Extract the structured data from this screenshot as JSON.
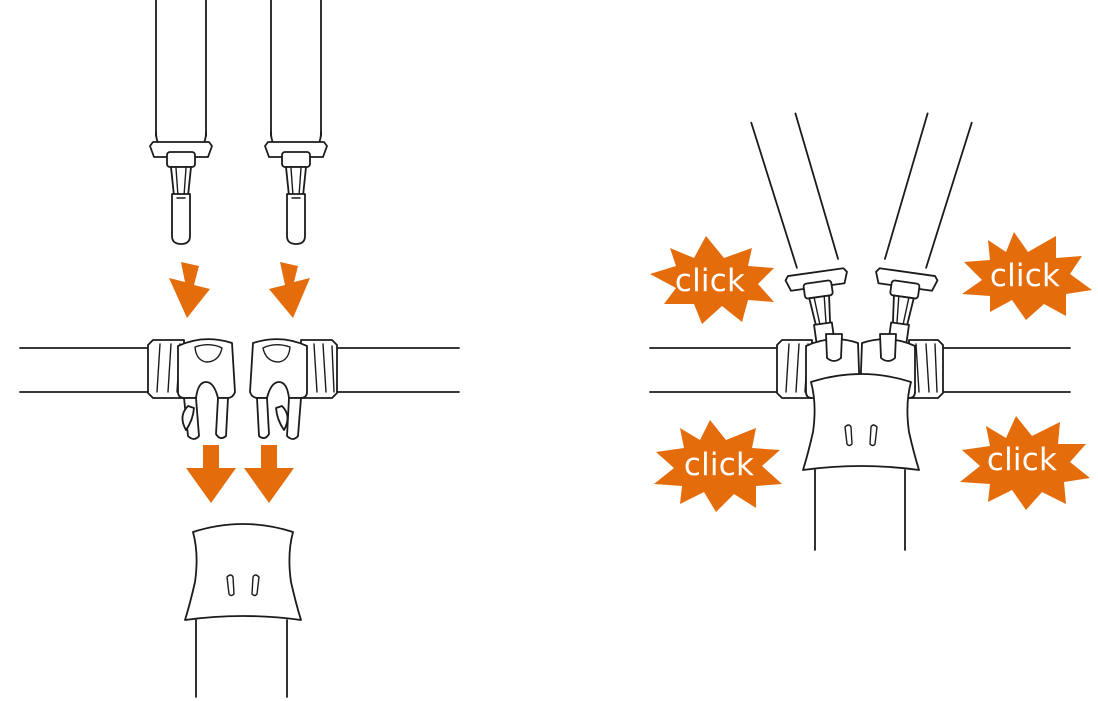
{
  "colors": {
    "accent": "#E46C0A",
    "line": "#1B1B1B",
    "background": "#FFFFFF"
  },
  "labels": {
    "click_top_left": "click",
    "click_top_right": "click",
    "click_bottom_left": "click",
    "click_bottom_right": "click"
  }
}
